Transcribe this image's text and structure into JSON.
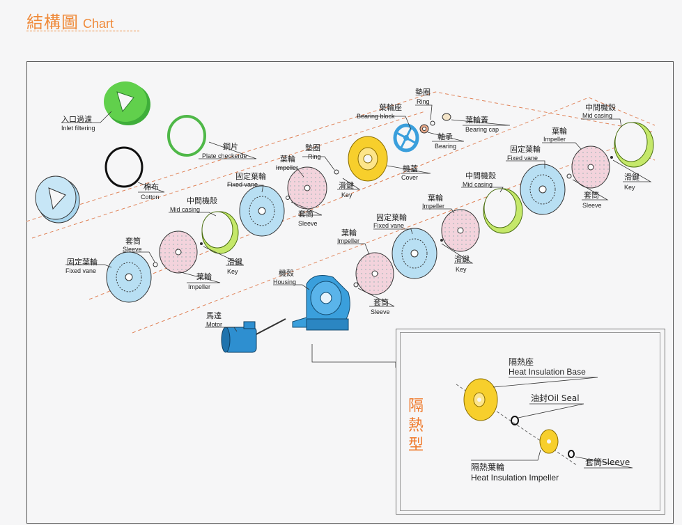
{
  "header": {
    "title_zh": "結構圖",
    "title_en": "Chart"
  },
  "parts": {
    "inlet_filtering": {
      "zh": "入口過濾",
      "en": "Inlet filtering"
    },
    "plate_checkerde": {
      "zh": "銅片",
      "en": "Plate checkerde"
    },
    "cotton": {
      "zh": "棉布",
      "en": "Cotton"
    },
    "fixed_vane_1": {
      "zh": "固定葉輪",
      "en": "Fixed vane"
    },
    "impeller_1": {
      "zh": "葉輪",
      "en": "Impeller"
    },
    "ring_1": {
      "zh": "墊圈",
      "en": "Ring"
    },
    "key_1": {
      "zh": "滑鍵",
      "en": "Key"
    },
    "sleeve_1": {
      "zh": "套筒",
      "en": "Sleeve"
    },
    "bearing_block": {
      "zh": "葉輪座",
      "en": "Bearing block"
    },
    "ring_2": {
      "zh": "墊圈",
      "en": "Ring"
    },
    "bearing_cap": {
      "zh": "葉輪蓋",
      "en": "Bearing cap"
    },
    "bearing": {
      "zh": "軸承",
      "en": "Bearing"
    },
    "cover": {
      "zh": "機蓋",
      "en": "Cover"
    },
    "mid_casing_1": {
      "zh": "中間機殼",
      "en": "Mid casing"
    },
    "impeller_2": {
      "zh": "葉輪",
      "en": "Impeller"
    },
    "fixed_vane_2": {
      "zh": "固定葉輪",
      "en": "Fixed vane"
    },
    "key_2": {
      "zh": "滑鍵",
      "en": "Key"
    },
    "sleeve_2": {
      "zh": "套筒",
      "en": "Sleeve"
    },
    "mid_casing_2": {
      "zh": "中間機殼",
      "en": "Mid casing"
    },
    "impeller_3": {
      "zh": "葉輪",
      "en": "Impeller"
    },
    "fixed_vane_3": {
      "zh": "固定葉輪",
      "en": "Fixed vane"
    },
    "impeller_4": {
      "zh": "葉輪",
      "en": "Impeller"
    },
    "key_3": {
      "zh": "滑鍵",
      "en": "Key"
    },
    "sleeve_3": {
      "zh": "套筒",
      "en": "Sleeve"
    },
    "mid_casing_3": {
      "zh": "中間機殼",
      "en": "Mid casing"
    },
    "sleeve_4": {
      "zh": "套筒",
      "en": "Sleeve"
    },
    "impeller_5": {
      "zh": "葉輪",
      "en": "Impeller"
    },
    "key_4": {
      "zh": "滑鍵",
      "en": "Key"
    },
    "fixed_vane_4": {
      "zh": "固定葉輪",
      "en": "Fixed vane"
    },
    "housing": {
      "zh": "機殼",
      "en": "Housing"
    },
    "motor": {
      "zh": "馬達",
      "en": "Motor"
    }
  },
  "inset": {
    "title": "隔熱型",
    "heat_base_zh": "隔熱座",
    "heat_base_en": "Heat Insulation Base",
    "oil_seal": "油封Oil Seal",
    "heat_impeller_zh": "隔熱葉輪",
    "heat_impeller_en": "Heat Insulation Impeller",
    "sleeve": "套筒Sleeve"
  },
  "colors": {
    "accent": "#ef8a3a",
    "green": "#5ec84a",
    "lime": "#c5e86a",
    "light_blue": "#b8dff3",
    "pink": "#f3d3dc",
    "yellow": "#f7cf2c",
    "blue": "#3a9fdc"
  }
}
